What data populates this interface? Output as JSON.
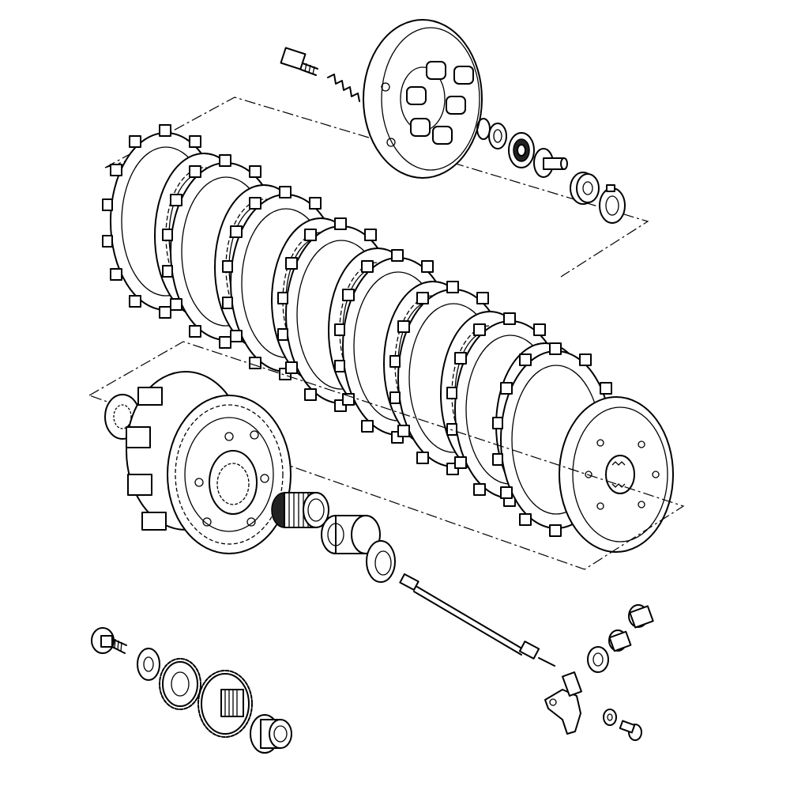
{
  "diagram": {
    "style": "exploded parts view, black line art on white",
    "colors": {
      "line": "#000000",
      "background": "#ffffff"
    },
    "groups": [
      "pressure-plate-assembly",
      "clutch-disc-stack",
      "clutch-housing-assembly",
      "primary-gear-assembly",
      "clutch-release-assembly"
    ]
  }
}
